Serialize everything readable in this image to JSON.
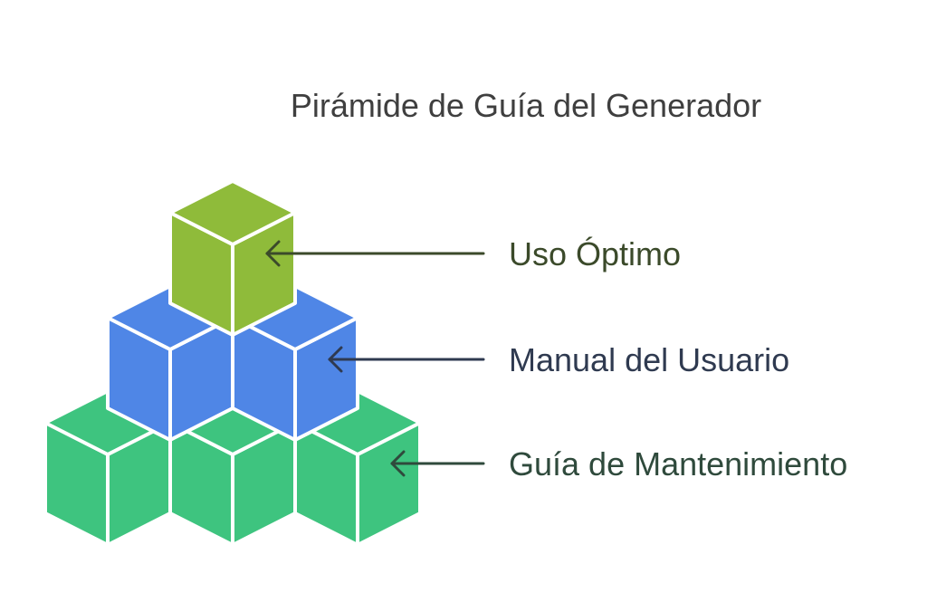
{
  "title": "Pirámide de Guía del Generador",
  "levels": [
    {
      "label": "Uso Óptimo",
      "color": "#8fbb3a",
      "label_color": "#3b4a2a",
      "arrow_color": "#3b4a2a",
      "cubes": 1
    },
    {
      "label": "Manual del Usuario",
      "color": "#4f86e6",
      "label_color": "#2f3a50",
      "arrow_color": "#2f3a50",
      "cubes": 2
    },
    {
      "label": "Guía de Mantenimiento",
      "color": "#3ec47f",
      "label_color": "#2f4a3c",
      "arrow_color": "#2f4a3c",
      "cubes": 3
    }
  ]
}
